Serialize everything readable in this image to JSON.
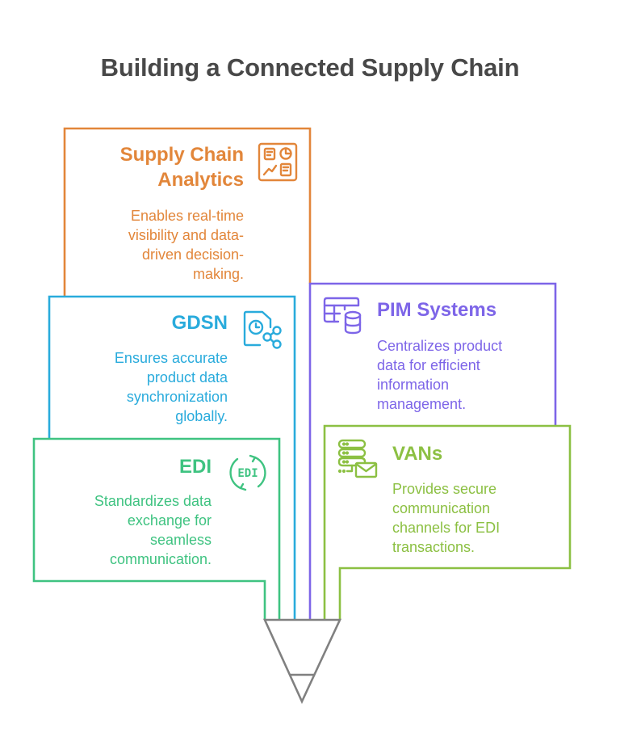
{
  "title": "Building a Connected Supply Chain",
  "colors": {
    "analytics": "#E2863A",
    "gdsn": "#29ABDC",
    "edi": "#3FC381",
    "pim": "#7D65E8",
    "vans": "#8CC043",
    "funnel": "#808080",
    "title": "#484848"
  },
  "items": [
    {
      "key": "analytics",
      "title_line1": "Supply Chain",
      "title_line2": "Analytics",
      "icon": "analytics-dashboard-icon",
      "desc_lines": [
        "Enables real-time",
        "visibility and data-",
        "driven decision-",
        "making."
      ]
    },
    {
      "key": "gdsn",
      "title": "GDSN",
      "icon": "document-sync-share-icon",
      "desc_lines": [
        "Ensures accurate",
        "product data",
        "synchronization",
        "globally."
      ]
    },
    {
      "key": "edi",
      "title": "EDI",
      "icon": "edi-exchange-icon",
      "icon_text": "EDI",
      "desc_lines": [
        "Standardizes data",
        "exchange for",
        "seamless",
        "communication."
      ]
    },
    {
      "key": "pim",
      "title": "PIM Systems",
      "icon": "table-database-icon",
      "desc_lines": [
        "Centralizes product",
        "data for efficient",
        "information",
        "management."
      ]
    },
    {
      "key": "vans",
      "title": "VANs",
      "icon": "server-mail-icon",
      "desc_lines": [
        "Provides secure",
        "communication",
        "channels for EDI",
        "transactions."
      ]
    }
  ]
}
